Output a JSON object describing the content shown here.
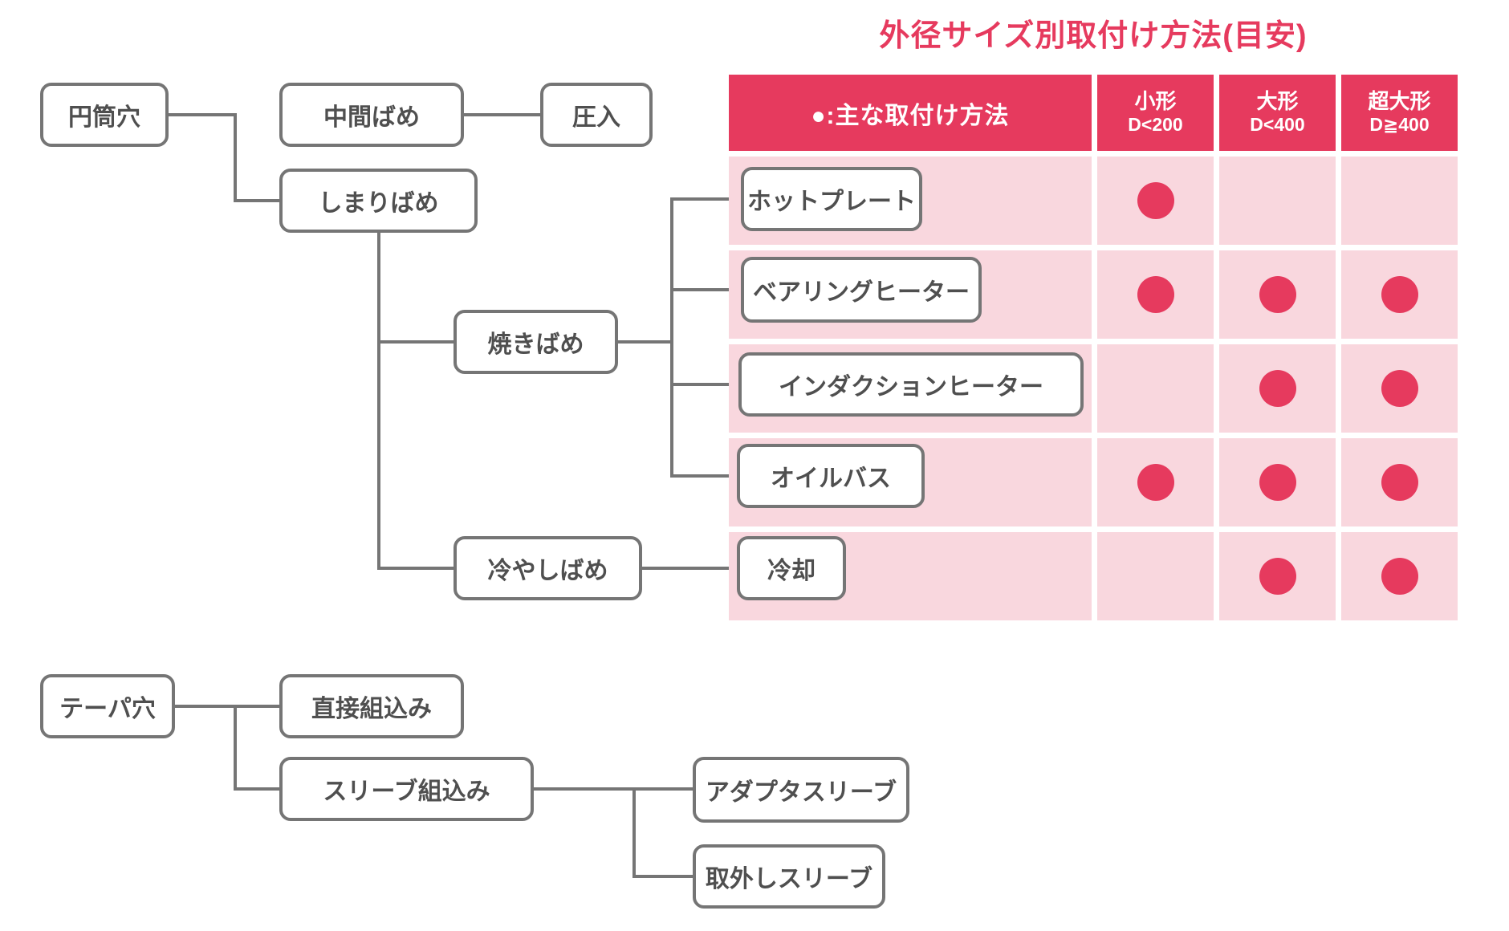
{
  "title": "外径サイズ別取付け方法(目安)",
  "colors": {
    "accent": "#e63a5e",
    "row_pink": "#f9d7de",
    "line_gray": "#757575"
  },
  "table": {
    "legend": "●:主な取付け方法",
    "columns": [
      {
        "label": "小形",
        "range": "D<200"
      },
      {
        "label": "大形",
        "range": "D<400"
      },
      {
        "label": "超大形",
        "range": "D≧400"
      }
    ],
    "rows": [
      {
        "method": "ホットプレート",
        "dots": [
          1,
          0,
          0
        ]
      },
      {
        "method": "ベアリングヒーター",
        "dots": [
          1,
          1,
          1
        ]
      },
      {
        "method": "インダクションヒーター",
        "dots": [
          0,
          1,
          1
        ]
      },
      {
        "method": "オイルバス",
        "dots": [
          1,
          1,
          1
        ]
      },
      {
        "method": "冷却",
        "dots": [
          0,
          1,
          1
        ]
      }
    ]
  },
  "flowchart": {
    "nodes": {
      "cylindrical_bore": "円筒穴",
      "transition_fit": "中間ばめ",
      "press_fit": "圧入",
      "interference_fit": "しまりばめ",
      "shrink_fit": "焼きばめ",
      "cold_fit": "冷やしばめ",
      "tapered_bore": "テーパ穴",
      "direct_mounting": "直接組込み",
      "sleeve_mounting": "スリーブ組込み",
      "adapter_sleeve": "アダプタスリーブ",
      "withdrawal_sleeve": "取外しスリーブ"
    }
  }
}
